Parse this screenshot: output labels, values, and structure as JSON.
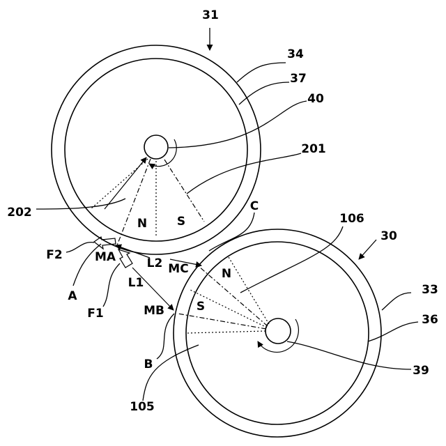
{
  "labels": {
    "l31": "31",
    "l34": "34",
    "l37": "37",
    "l40": "40",
    "l201": "201",
    "l202": "202",
    "lN_top": "N",
    "lS_top": "S",
    "lC": "C",
    "l106": "106",
    "l30": "30",
    "lF2": "F2",
    "lMA": "MA",
    "lL2": "L2",
    "lMC": "MC",
    "lN_bot": "N",
    "lA": "A",
    "lL1": "L1",
    "l33": "33",
    "lF1": "F1",
    "lMB": "MB",
    "lS_bot": "S",
    "l36": "36",
    "lB": "B",
    "l39": "39",
    "l105": "105"
  }
}
